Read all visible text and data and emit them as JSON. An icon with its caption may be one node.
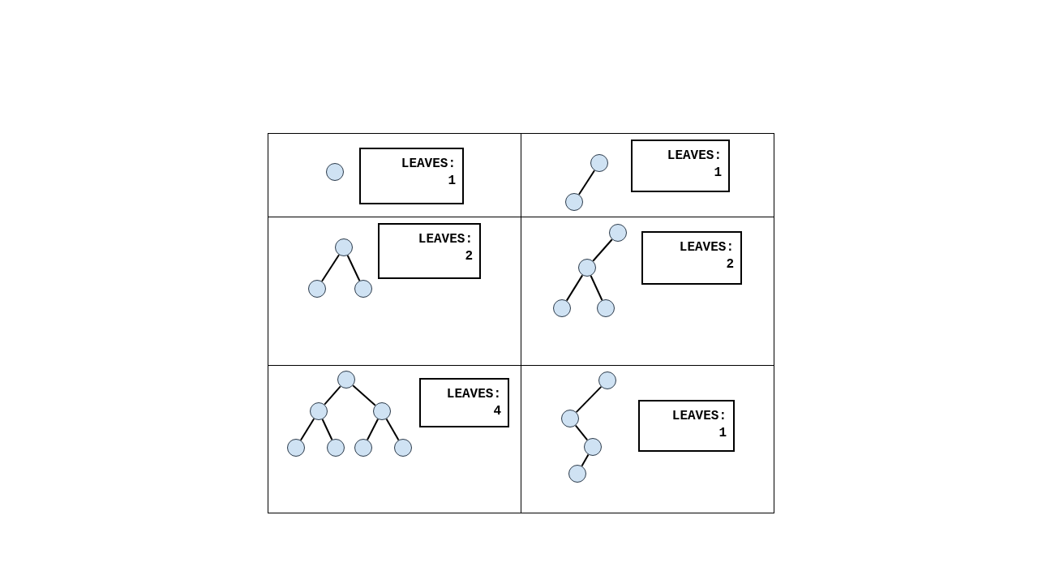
{
  "diagram": {
    "nodes": [
      {
        "text": [],
        "shape": "circle"
      },
      {
        "text": [
          "LEAVES: 1"
        ]
      },
      {
        "text": [],
        "shape": "circle"
      },
      {
        "text": [],
        "shape": "circle"
      },
      {
        "text": [
          "LEAVES: 1"
        ]
      },
      {
        "text": [],
        "shape": "circle"
      },
      {
        "text": [],
        "shape": "circle"
      },
      {
        "text": [],
        "shape": "circle"
      },
      {
        "text": [
          "LEAVES: 2"
        ]
      },
      {
        "text": [],
        "shape": "circle"
      },
      {
        "text": [],
        "shape": "circle"
      },
      {
        "text": [],
        "shape": "circle"
      },
      {
        "text": [],
        "shape": "circle"
      },
      {
        "text": [
          "LEAVES: 2"
        ]
      },
      {
        "text": [],
        "shape": "circle"
      },
      {
        "text": [],
        "shape": "circle"
      },
      {
        "text": [],
        "shape": "circle"
      },
      {
        "text": [],
        "shape": "circle"
      },
      {
        "text": [],
        "shape": "circle"
      },
      {
        "text": [],
        "shape": "circle"
      },
      {
        "text": [],
        "shape": "circle"
      },
      {
        "text": [
          "LEAVES: 4"
        ]
      },
      {
        "text": [],
        "shape": "circle"
      },
      {
        "text": [],
        "shape": "circle"
      },
      {
        "text": [],
        "shape": "circle"
      },
      {
        "text": [],
        "shape": "circle"
      },
      {
        "text": [
          "LEAVES: 1"
        ]
      }
    ],
    "edges": [
      {
        "from": 2,
        "to": 3,
        "arrow": "none"
      },
      {
        "from": 5,
        "to": 6,
        "arrow": "none"
      },
      {
        "from": 5,
        "to": 7,
        "arrow": "none"
      },
      {
        "from": 9,
        "to": 10,
        "arrow": "none"
      },
      {
        "from": 10,
        "to": 11,
        "arrow": "none"
      },
      {
        "from": 10,
        "to": 12,
        "arrow": "none"
      },
      {
        "from": 14,
        "to": 15,
        "arrow": "none"
      },
      {
        "from": 14,
        "to": 16,
        "arrow": "none"
      },
      {
        "from": 15,
        "to": 17,
        "arrow": "none"
      },
      {
        "from": 15,
        "to": 18,
        "arrow": "none"
      },
      {
        "from": 16,
        "to": 19,
        "arrow": "none"
      },
      {
        "from": 16,
        "to": 20,
        "arrow": "none"
      },
      {
        "from": 22,
        "to": 23,
        "arrow": "none"
      },
      {
        "from": 23,
        "to": 24,
        "arrow": "none"
      },
      {
        "from": 24,
        "to": 25,
        "arrow": "none"
      }
    ]
  }
}
